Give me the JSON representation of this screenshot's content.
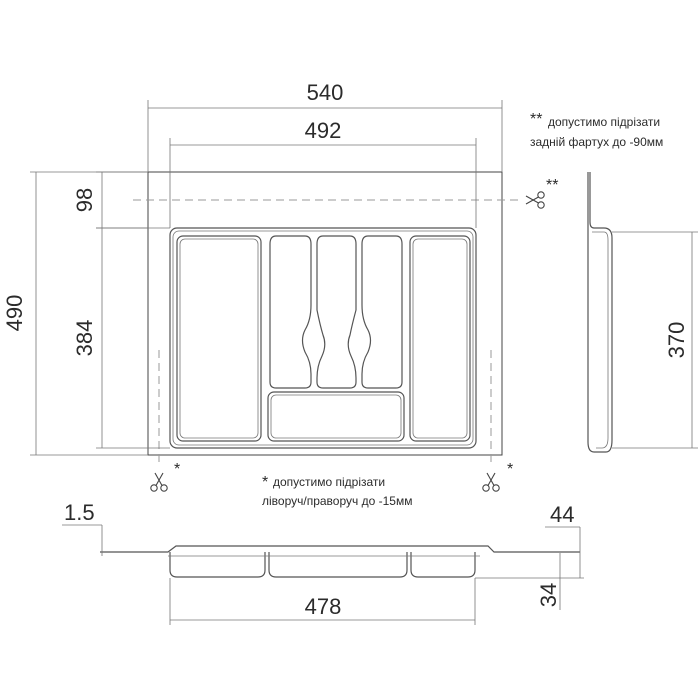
{
  "dimensions": {
    "overall_width": "540",
    "inner_width": "492",
    "overall_depth": "490",
    "inner_depth": "384",
    "back_cut": "98",
    "side_depth": "370",
    "bottom_width": "478",
    "wall_thickness": "1.5",
    "total_height": "44",
    "inner_height": "34"
  },
  "notes": {
    "back_marker": "**",
    "back_line1": "допустимо підрізати",
    "back_line2": "задній фартух до -90мм",
    "side_marker": "*",
    "side_line1": "допустимо підрізати",
    "side_line2": "ліворуч/праворуч до -15мм"
  },
  "icons": {
    "cut": "scissors-icon"
  },
  "colors": {
    "line": "#444444",
    "text": "#2b2b2b",
    "cut_line": "#9a9a9a"
  }
}
